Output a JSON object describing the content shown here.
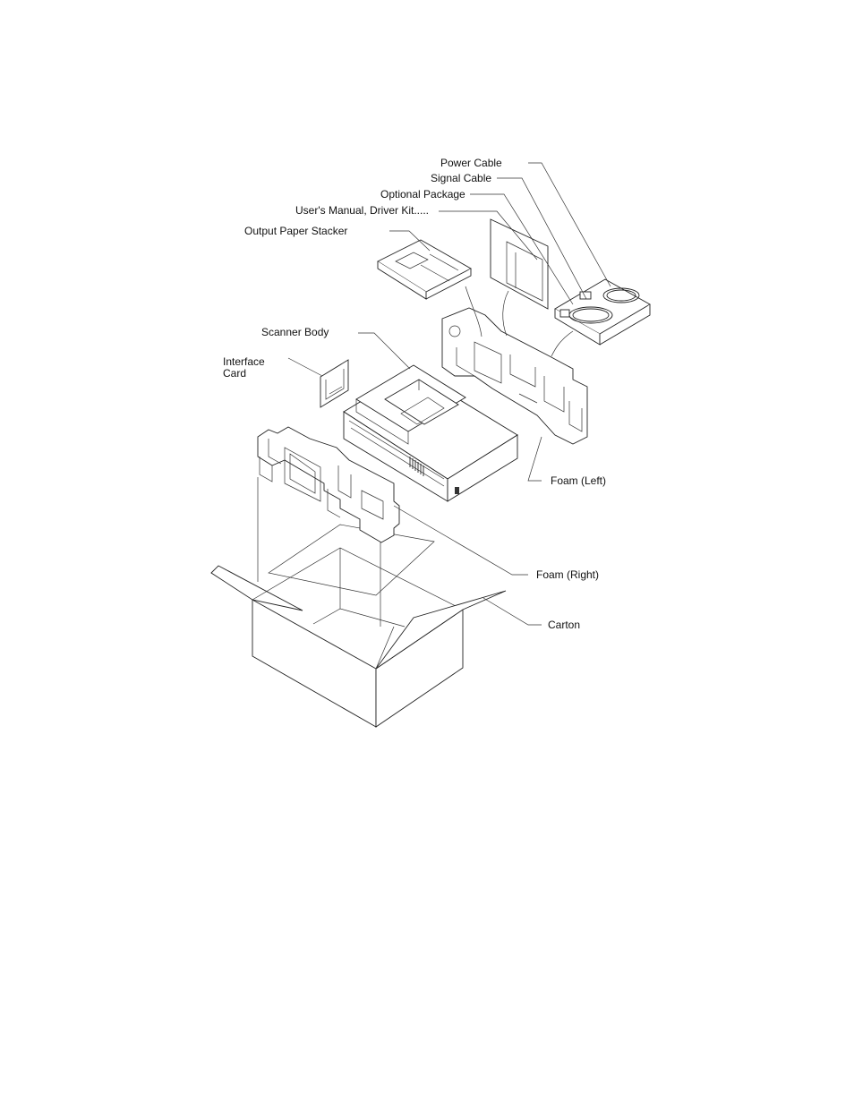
{
  "labels": {
    "power_cable": "Power Cable",
    "signal_cable": "Signal Cable",
    "optional_package": "Optional Package",
    "users_manual": "User's Manual, Driver Kit.....",
    "output_paper_stacker": "Output Paper Stacker",
    "scanner_body": "Scanner Body",
    "interface_card_line1": "Interface",
    "interface_card_line2": "Card",
    "foam_left": "Foam (Left)",
    "foam_right": "Foam (Right)",
    "carton": "Carton"
  }
}
